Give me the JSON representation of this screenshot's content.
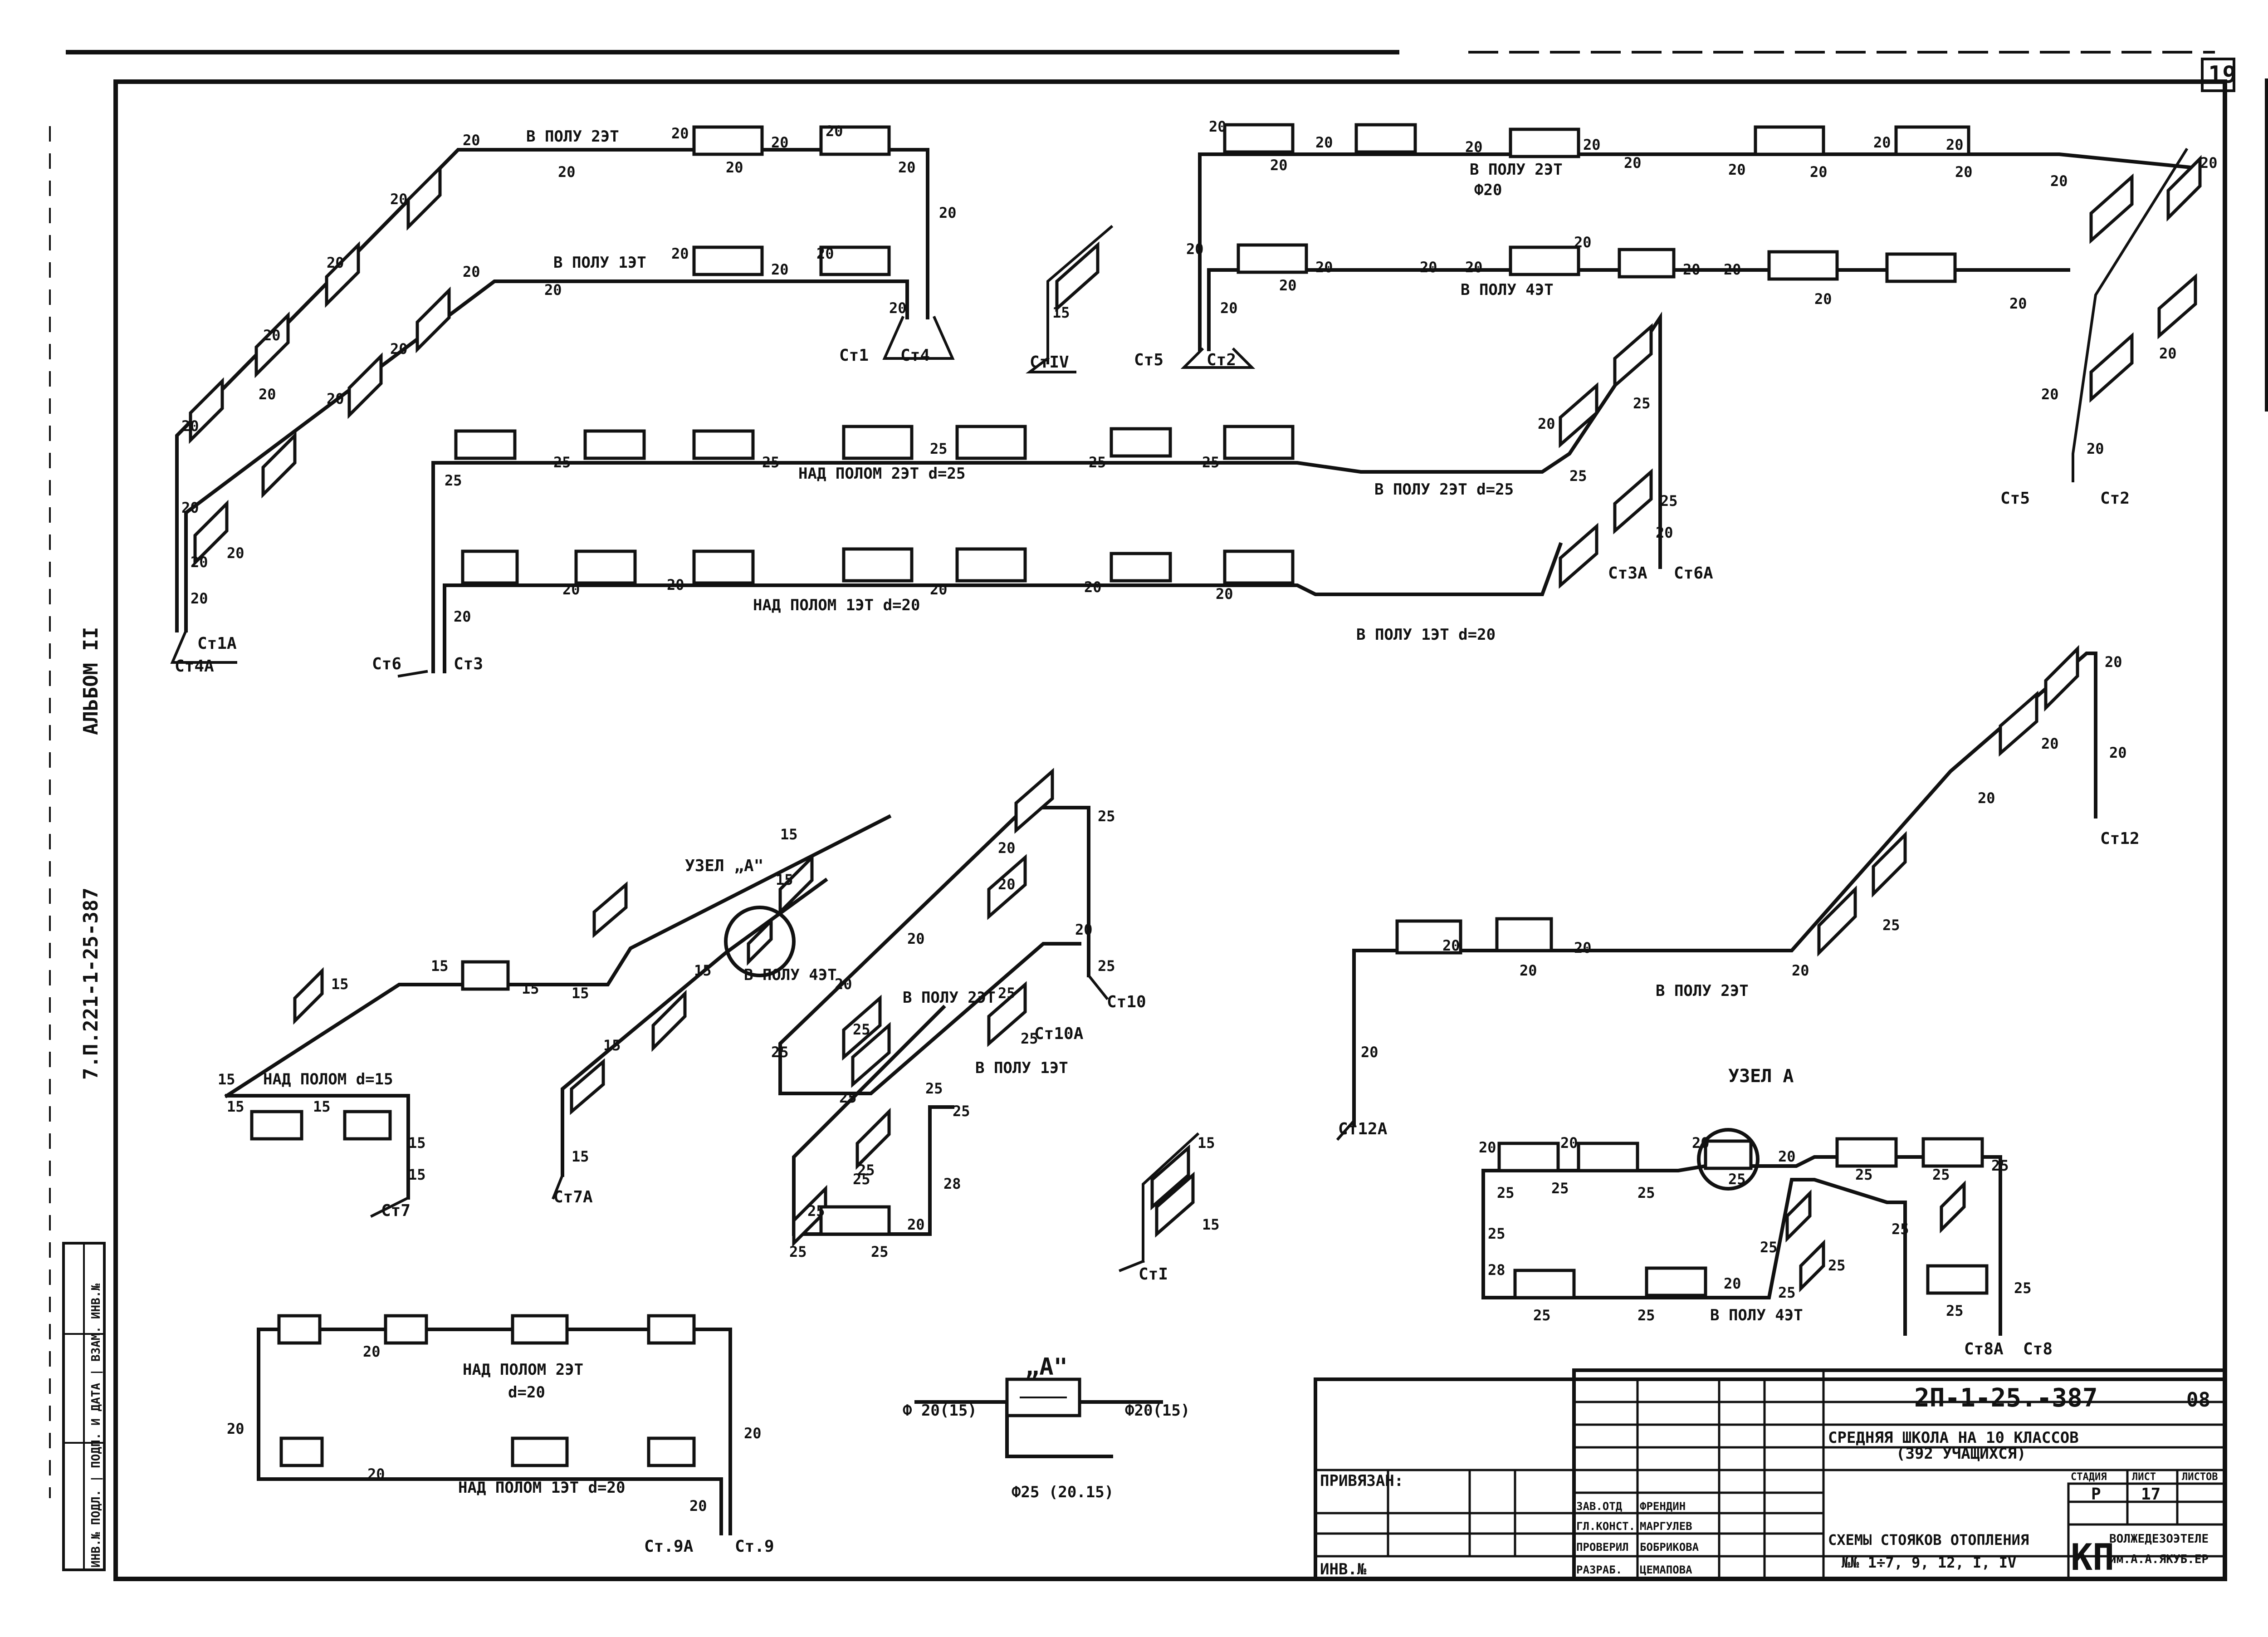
{
  "sheet": {
    "page_number": "19",
    "side_code": "7.П.221-1-25-387",
    "album": "АЛЬБОМ II"
  },
  "title_block": {
    "doc_code": "2П-1-25.-387",
    "sheet_code": "08",
    "project_line1": "СРЕДНЯЯ ШКОЛА НА 10 КЛАССОВ",
    "project_line2": "(392 УЧАЩИХСЯ)",
    "sheet_title_line1": "СХЕМЫ СТОЯКОВ ОТОПЛЕНИЯ",
    "sheet_title_line2": "№№ 1÷7, 9, 12, I, IV",
    "stage_header": "СТАДИЯ",
    "sheet_header": "ЛИСТ",
    "sheets_header": "ЛИСТОВ",
    "stage_value": "Р",
    "sheet_value": "17",
    "org_logo": "КП",
    "org_line1": "ВОЛЖЕДЕЗОЭТЕЛЕ",
    "org_line2": "им.А.А.ЯКУБ.ЕР",
    "privyazan": "ПРИВЯЗАН:",
    "inv_no": "ИНВ.№",
    "roles": [
      "ЗАВ.ОТД",
      "ГЛ.КОНСТ.",
      "ПРОВЕРИЛ",
      "РАЗРАБ."
    ],
    "names": [
      "ФРЕНДИН",
      "МАРГУЛЕВ",
      "БОБРИКОВА",
      "ЦЕМАПОВА"
    ],
    "side_stamp": "ИНВ.№ ПОДЛ. | ПОДП. И ДАТА | ВЗАМ. ИНВ.№"
  },
  "labels": {
    "floor2": "В ПОЛУ 2ЭТ",
    "floor1": "В ПОЛУ 1ЭТ",
    "floor1b": "В ПОЛУ 4ЭТ",
    "floor2_d25": "В ПОЛУ 2ЭТ d=25",
    "above2_d25": "НАД ПОЛОМ 2ЭТ d=25",
    "above1_d20": "НАД ПОЛОМ 1ЭТ d=20",
    "floor1_d20": "В ПОЛУ 1ЭТ d=20",
    "above_d15": "НАД ПОЛОМ d=15",
    "uzel_a_q": "УЗЕЛ „А\"",
    "uzel_a": "УЗЕЛ А",
    "above2_d20a": "НАД ПОЛОМ 2ЭТ",
    "above2_d20b": "d=20",
    "above1_d20b": "НАД ПОЛОМ 1ЭТ d=20",
    "detail_a": "„А\"",
    "phi20_15a": "Ф 20(15)",
    "phi20_15b": "Ф20(15)",
    "phi25": "Ф25 (20.15)",
    "phi20": "Ф20",
    "st1": "Ст1",
    "st4": "Ст4",
    "stiv": "СтIV",
    "st5": "Ст5",
    "st2": "Ст2",
    "st5b": "Ст5",
    "st2b": "Ст2",
    "st1a": "Ст1А",
    "st4a": "Ст4А",
    "st6": "Ст6",
    "st3": "Ст3",
    "st3a": "Ст3А",
    "st6a": "Ст6А",
    "st12": "Ст12",
    "st12a": "Ст12А",
    "st7": "Ст7",
    "st7a": "Ст7А",
    "st10": "Ст10",
    "st10a": "Ст10А",
    "sti": "СтI",
    "st8a": "Ст8А",
    "st8": "Ст8",
    "st9a": "Ст.9А",
    "st9": "Ст.9"
  }
}
